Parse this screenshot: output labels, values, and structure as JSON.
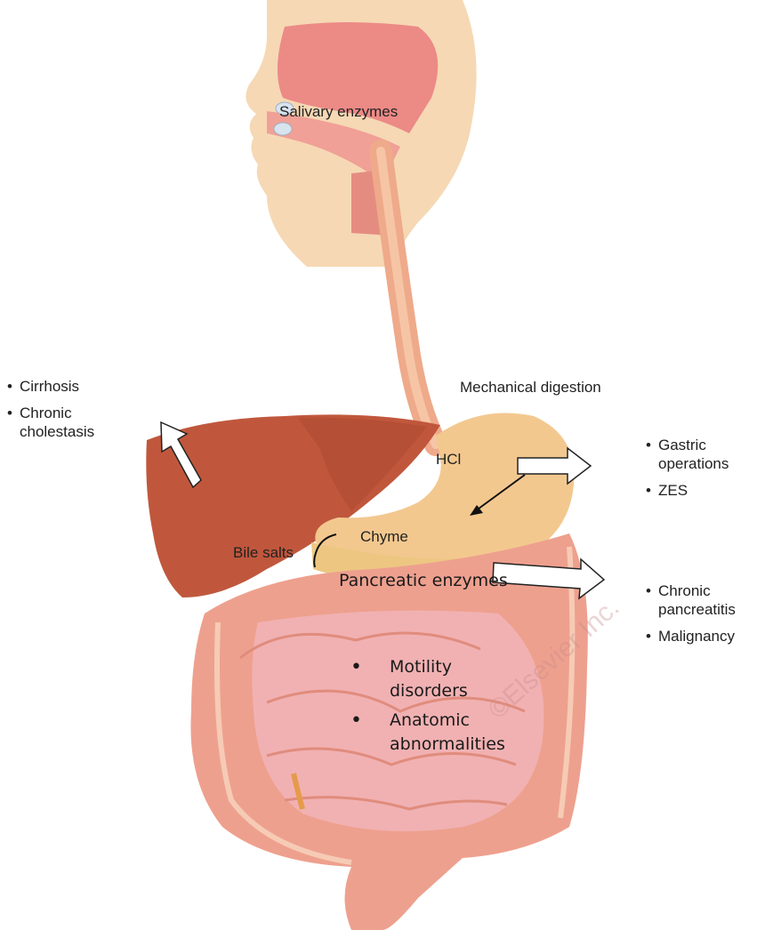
{
  "labels": {
    "salivary": "Salivary enzymes",
    "mechanical": "Mechanical digestion",
    "hcl": "HCl",
    "chyme": "Chyme",
    "bile": "Bile salts",
    "pancreatic": "Pancreatic enzymes"
  },
  "liver_conditions": [
    "Cirrhosis",
    "Chronic cholestasis"
  ],
  "stomach_conditions": [
    "Gastric operations",
    "ZES"
  ],
  "pancreas_conditions": [
    "Chronic pancreatitis",
    "Malignancy"
  ],
  "intestine_conditions": [
    "Motility disorders",
    "Anatomic abnormalities"
  ],
  "watermark": "©Elsevier Inc."
}
